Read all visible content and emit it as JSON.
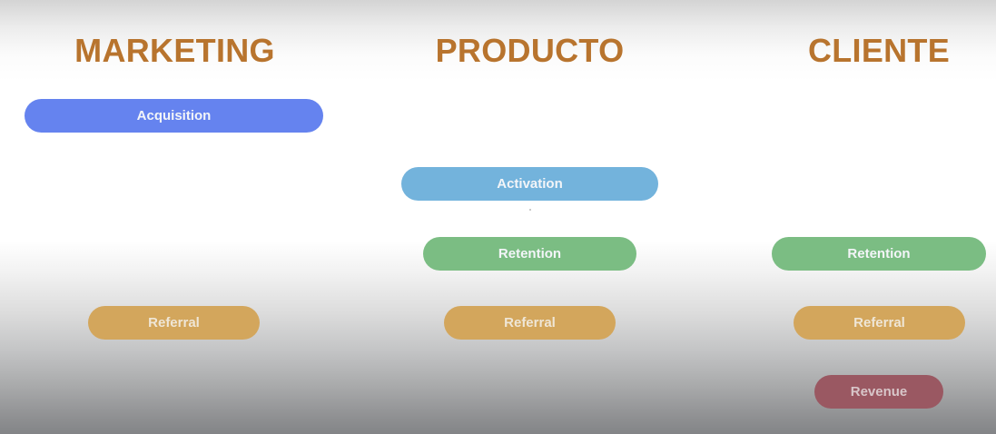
{
  "columns": [
    {
      "title": "MARKETING",
      "stages": {
        "acquisition": "Acquisition",
        "referral": "Referral"
      }
    },
    {
      "title": "PRODUCTO",
      "stages": {
        "activation": "Activation",
        "retention": "Retention",
        "referral": "Referral"
      }
    },
    {
      "title": "CLIENTE",
      "stages": {
        "retention": "Retention",
        "referral": "Referral",
        "revenue": "Revenue"
      }
    }
  ],
  "colors": {
    "title": "#b8742e",
    "acquisition": "#6583ef",
    "activation": "#73b3dc",
    "retention": "#7bbd83",
    "referral": "#d3a65c",
    "revenue": "#9a5862"
  }
}
